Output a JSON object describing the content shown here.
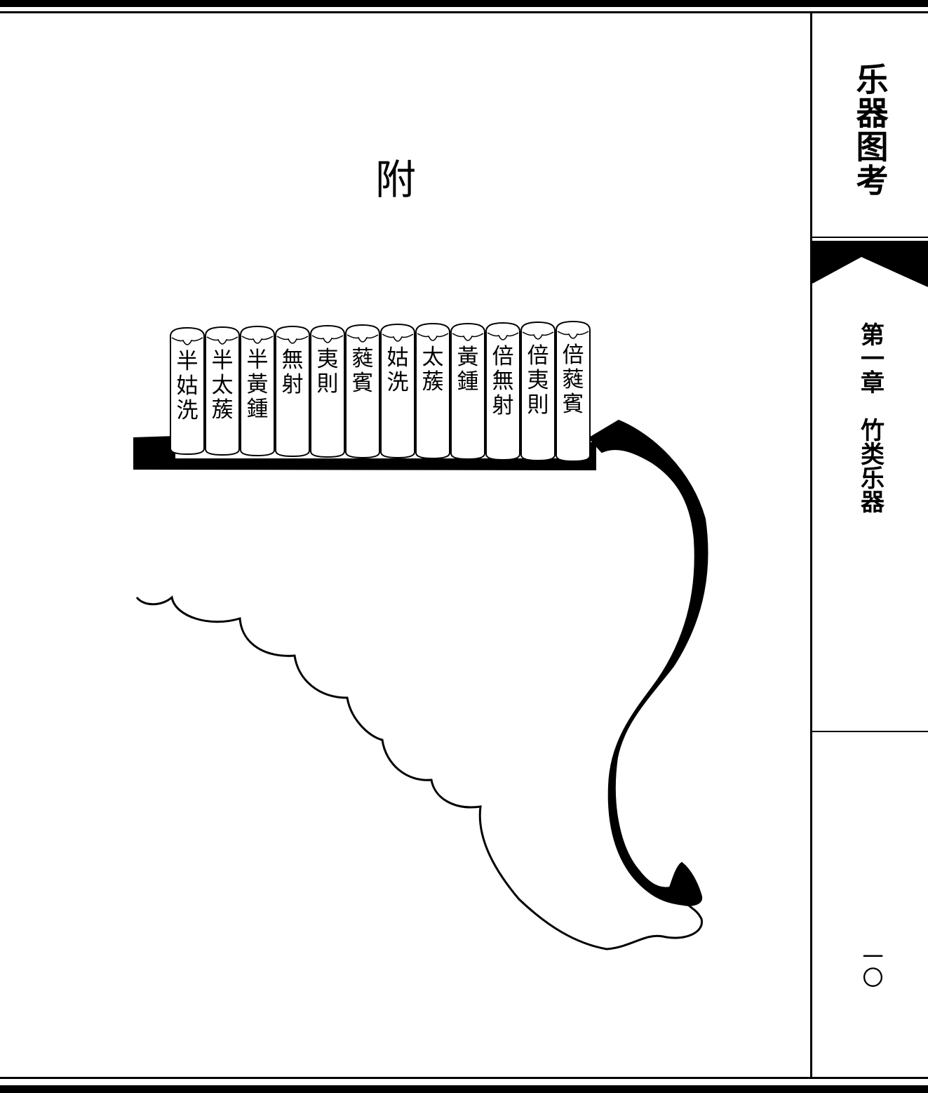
{
  "header": {
    "book_title": "乐器图考"
  },
  "chapter": {
    "label": "第一章　竹类乐器"
  },
  "figure": {
    "caption": "附",
    "pipes": [
      "半姑洗",
      "半太蔟",
      "半黃鍾",
      "無射",
      "夷則",
      "蕤賓",
      "姑洗",
      "太蔟",
      "黃鍾",
      "倍無射",
      "倍夷則",
      "倍蕤賓"
    ]
  },
  "footer": {
    "page_number": "一〇"
  }
}
